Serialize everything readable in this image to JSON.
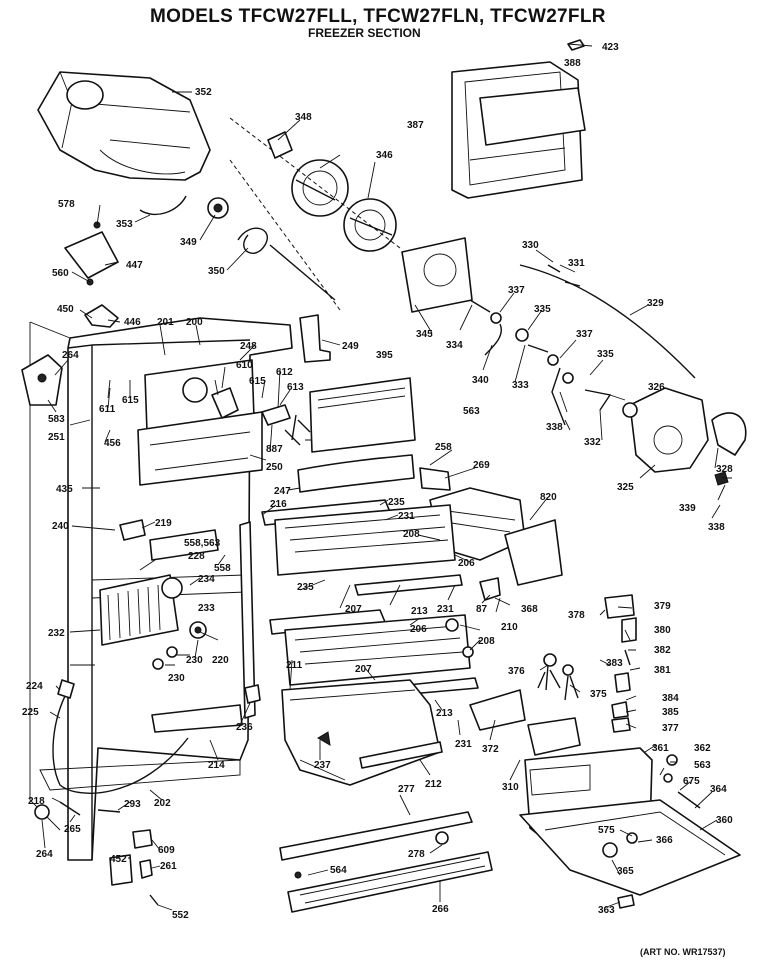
{
  "header": {
    "title": "MODELS TFCW27FLL, TFCW27FLN, TFCW27FLR",
    "subtitle": "FREEZER SECTION"
  },
  "footer": {
    "art_no": "(ART NO. WR17537)"
  },
  "part_labels": [
    "423",
    "388",
    "387",
    "352",
    "348",
    "346",
    "578",
    "353",
    "349",
    "447",
    "350",
    "560",
    "450",
    "446",
    "201",
    "200",
    "249",
    "345",
    "330",
    "331",
    "329",
    "337",
    "335",
    "334",
    "340",
    "333",
    "395",
    "337",
    "335",
    "264",
    "248",
    "610",
    "612",
    "615",
    "613",
    "326",
    "338",
    "332",
    "563",
    "611",
    "615",
    "583",
    "251",
    "887",
    "456",
    "250",
    "258",
    "269",
    "328",
    "325",
    "435",
    "247",
    "216",
    "235",
    "820",
    "339",
    "338",
    "240",
    "219",
    "231",
    "208",
    "206",
    "558,563",
    "228",
    "558",
    "234",
    "235",
    "207",
    "213",
    "231",
    "87",
    "368",
    "233",
    "210",
    "379",
    "378",
    "232",
    "220",
    "230",
    "206",
    "208",
    "380",
    "382",
    "230",
    "211",
    "207",
    "381",
    "376",
    "383",
    "375",
    "224",
    "384",
    "385",
    "377",
    "225",
    "236",
    "372",
    "231",
    "213",
    "361",
    "362",
    "563",
    "237",
    "212",
    "214",
    "310",
    "277",
    "675",
    "364",
    "218",
    "293",
    "202",
    "360",
    "265",
    "575",
    "366",
    "264",
    "609",
    "452",
    "278",
    "261",
    "564",
    "365",
    "552",
    "363",
    "266"
  ]
}
